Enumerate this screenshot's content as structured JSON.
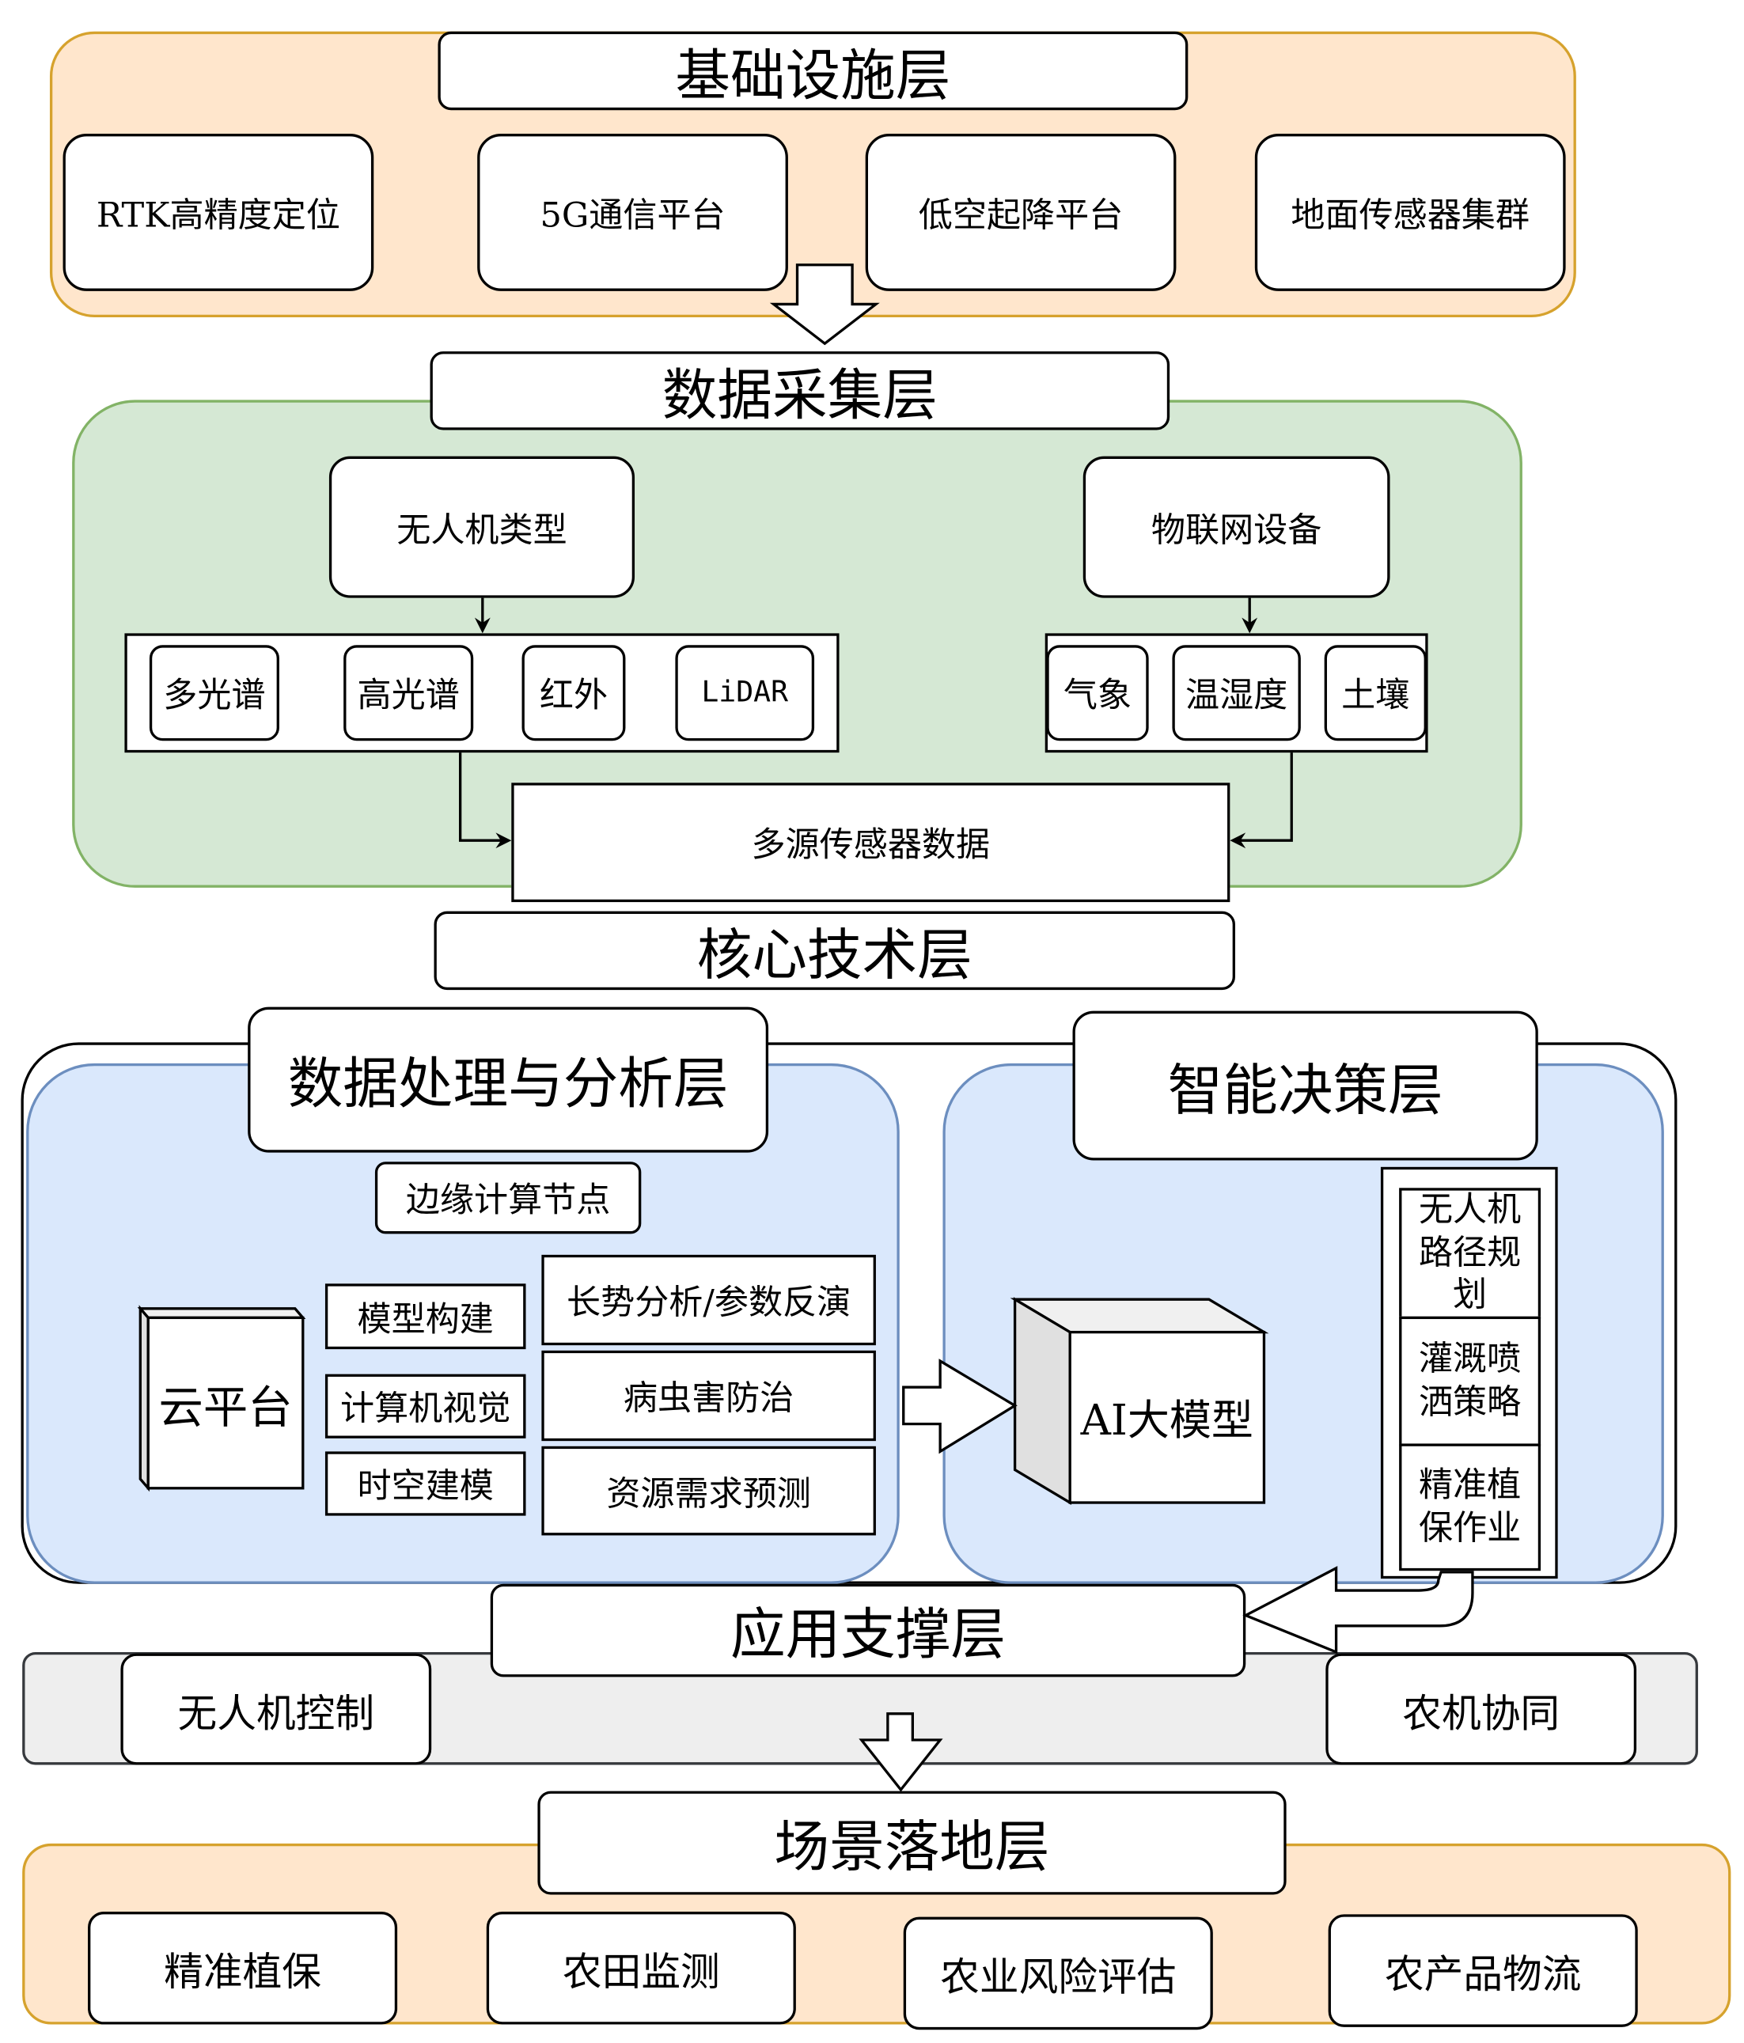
{
  "colors": {
    "infrastructure_fill": "#ffe6cc",
    "infrastructure_border": "#d6a22d",
    "data_collection_fill": "#d5e8d4",
    "data_collection_border": "#82b366",
    "core_fill": "#dae8fc",
    "core_border": "#6c8ebf",
    "support_fill": "#eeeeee",
    "support_border": "#36393d"
  },
  "infrastructure": {
    "title": "基础设施层",
    "items": [
      "RTK高精度定位",
      "5G通信平台",
      "低空起降平台",
      "地面传感器集群"
    ]
  },
  "data_collection": {
    "title": "数据采集层",
    "uav": {
      "label": "无人机类型",
      "sensors": [
        "多光谱",
        "高光谱",
        "红外",
        "LiDAR"
      ]
    },
    "iot": {
      "label": "物联网设备",
      "sensors": [
        "气象",
        "温湿度",
        "土壤"
      ]
    },
    "fusion": "多源传感器数据"
  },
  "core": {
    "title": "核心技术层",
    "processing": {
      "title": "数据处理与分析层",
      "edge": "边缘计算节点",
      "cloud": "云平台",
      "methods": [
        "模型构建",
        "计算机视觉",
        "时空建模"
      ],
      "applications": [
        "长势分析/参数反演",
        "病虫害防治",
        "资源需求预测"
      ]
    },
    "decision": {
      "title": "智能决策层",
      "model": "AI大模型",
      "outputs": [
        "无人机路径规划",
        "灌溉喷洒策略",
        "精准植保作业"
      ]
    }
  },
  "support": {
    "title": "应用支撑层",
    "items": [
      "无人机控制",
      "农机协同"
    ]
  },
  "scenario": {
    "title": "场景落地层",
    "items": [
      "精准植保",
      "农田监测",
      "农业风险评估",
      "农产品物流"
    ]
  }
}
